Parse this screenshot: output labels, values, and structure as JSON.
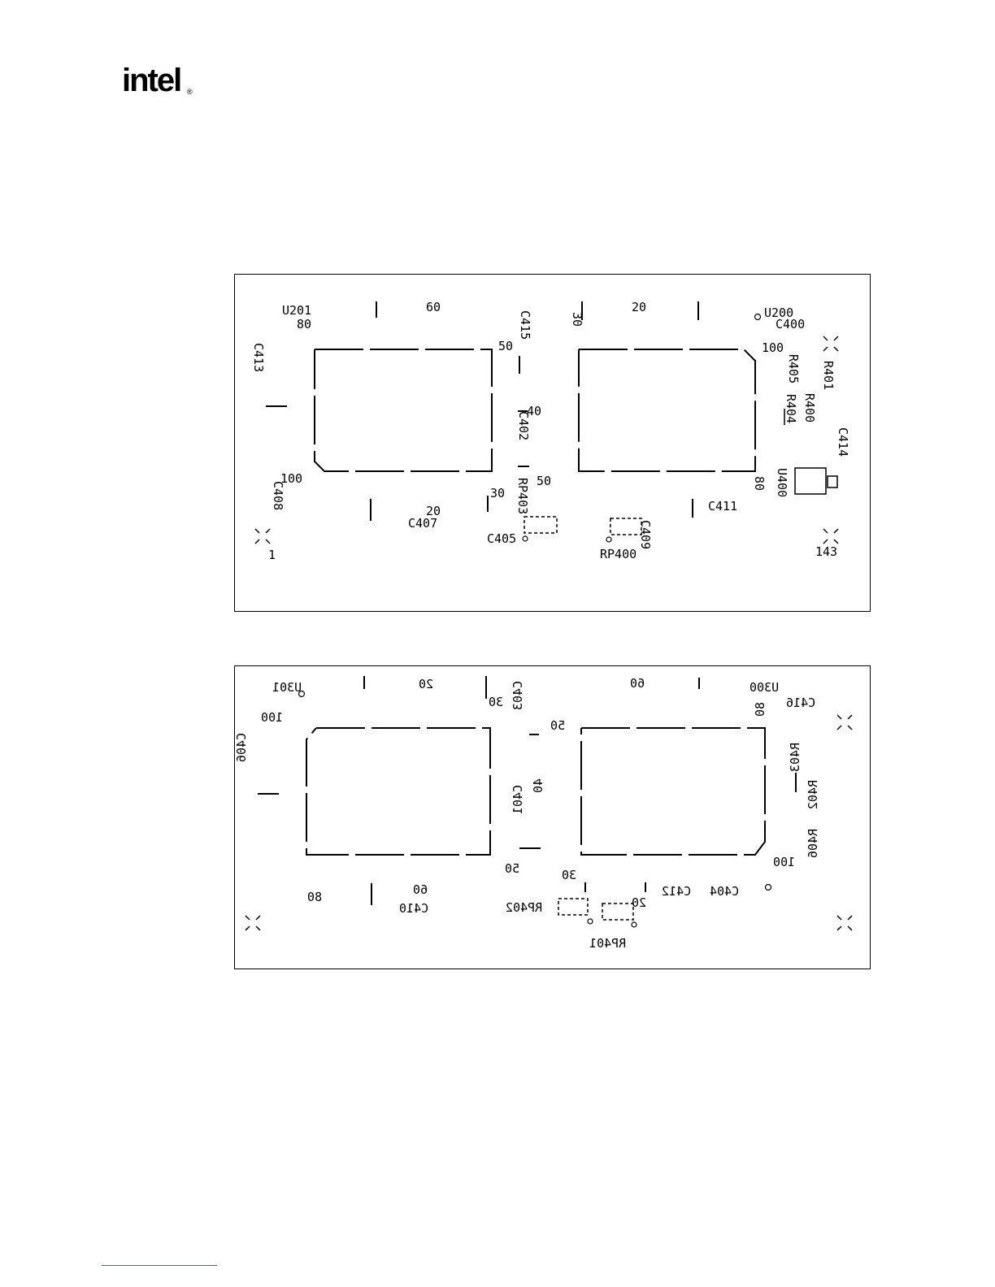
{
  "header": {
    "logo_text": "intel",
    "logo_mark": "®"
  },
  "top_layout": {
    "u201": "U201",
    "u201_p80": "80",
    "u201_p60": "60",
    "u201_p50": "50",
    "u201_p100": "100",
    "u201_p30": "30",
    "u201_p20": "20",
    "u200": "U200",
    "u200_p20": "20",
    "u200_p30": "30",
    "u200_p100": "100",
    "u200_p50": "50",
    "u200_p80": "80",
    "pin1": "1",
    "pin143": "143",
    "pin40": "40",
    "c413": "C413",
    "c415": "C415",
    "c402": "C402",
    "c408": "C408",
    "c407": "C407",
    "c405": "C405",
    "c400": "C400",
    "c411": "C411",
    "c409": "C409",
    "c414": "C414",
    "r401": "R401",
    "r405": "R405",
    "r404": "R404",
    "r400": "R400",
    "u400": "U400",
    "rp403": "RP403",
    "rp400": "RP400"
  },
  "bottom_layout": {
    "u301": "U301",
    "u301_p100": "100",
    "u301_p20": "20",
    "u301_p30": "30",
    "u301_p50": "50",
    "u301_p60": "60",
    "u301_p80": "80",
    "u300": "U300",
    "u300_p60": "60",
    "u300_p80": "80",
    "u300_p50": "50",
    "u300_p100": "100",
    "u300_p30": "30",
    "u300_p20": "20",
    "pin40": "40",
    "c403": "C403",
    "c416": "C416",
    "c406": "C406",
    "c401": "C401",
    "c410": "C410",
    "c412": "C412",
    "c404": "C404",
    "r403": "R403",
    "r402": "R402",
    "r406": "R406",
    "rp402": "RP402",
    "rp401": "RP401"
  }
}
